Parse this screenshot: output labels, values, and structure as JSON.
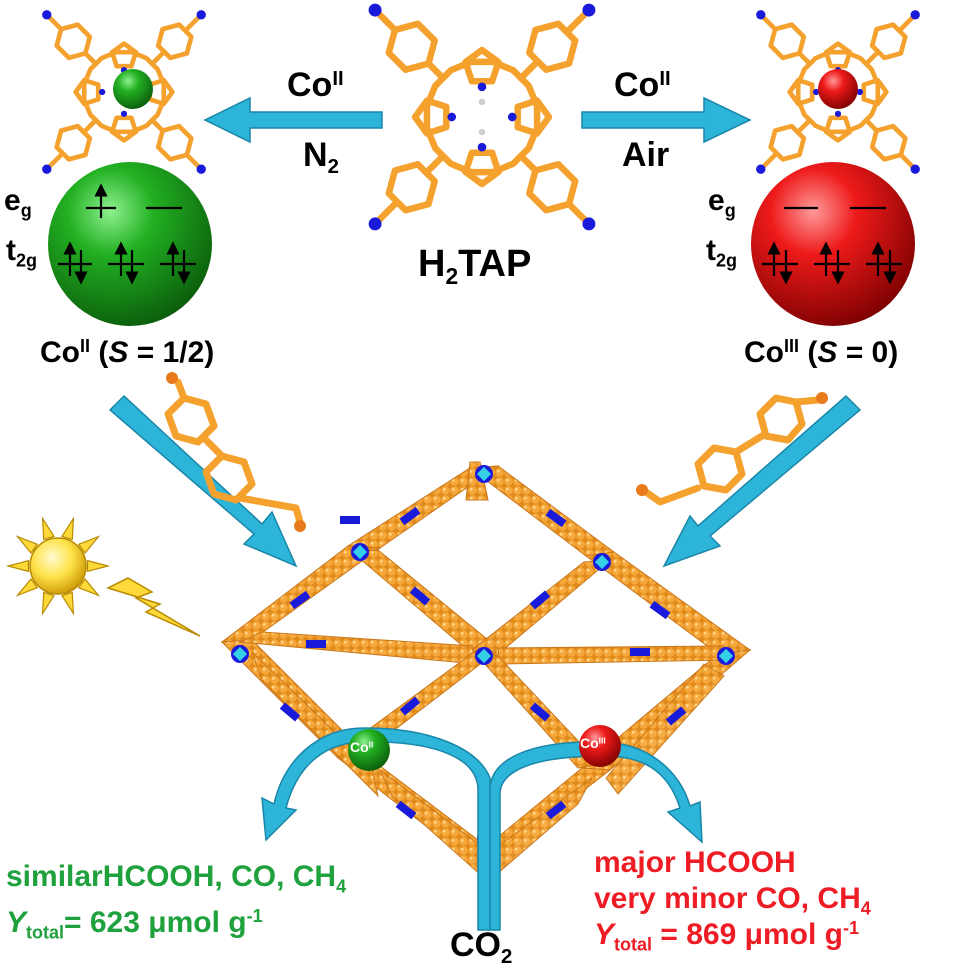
{
  "colors": {
    "accent_arrow": "#2cb5d9",
    "porphyrin": "#f5a12e",
    "nitrogen": "#1a1adb",
    "co_ii": "#1aa31a",
    "co_iii": "#e01818",
    "green_text": "#1fa13d",
    "red_text": "#ee1c24",
    "sun": "#ffe34a",
    "node": "#33d0e6"
  },
  "left_arrow": {
    "metal": "Co",
    "ox": "II",
    "atmosphere": "N",
    "atmosphere_sub": "2"
  },
  "right_arrow": {
    "metal": "Co",
    "ox": "II",
    "atmosphere": "Air"
  },
  "center": {
    "h": "H",
    "h_sub": "2",
    "name": "TAP"
  },
  "left_orbitals": {
    "eg": "e",
    "eg_sub": "g",
    "t2g": "t",
    "t2g_sub": "2g"
  },
  "right_orbitals": {
    "eg": "e",
    "eg_sub": "g",
    "t2g": "t",
    "t2g_sub": "2g"
  },
  "left_spin": {
    "metal": "Co",
    "ox": "II",
    "open": " (",
    "s": "S",
    "val": " = 1/2)"
  },
  "right_spin": {
    "metal": "Co",
    "ox": "III",
    "open": " (",
    "s": "S",
    "val": " = 0)"
  },
  "framework_sites": {
    "left": "Co",
    "left_ox": "II",
    "right": "Co",
    "right_ox": "III"
  },
  "left_result": {
    "line1_a": "similar",
    "line1_b": "HCOOH, CO, CH",
    "line1_sub": "4",
    "y": "Y",
    "y_sub": "total",
    "value": "=  623 μmol g",
    "value_sup": "-1"
  },
  "right_result": {
    "line1": "major HCOOH",
    "line2": "very minor CO, CH",
    "line2_sub": "4",
    "y": "Y",
    "y_sub": "total",
    "value": " = 869 μmol g",
    "value_sup": "-1"
  },
  "bottom": {
    "co": "CO",
    "sub": "2"
  }
}
